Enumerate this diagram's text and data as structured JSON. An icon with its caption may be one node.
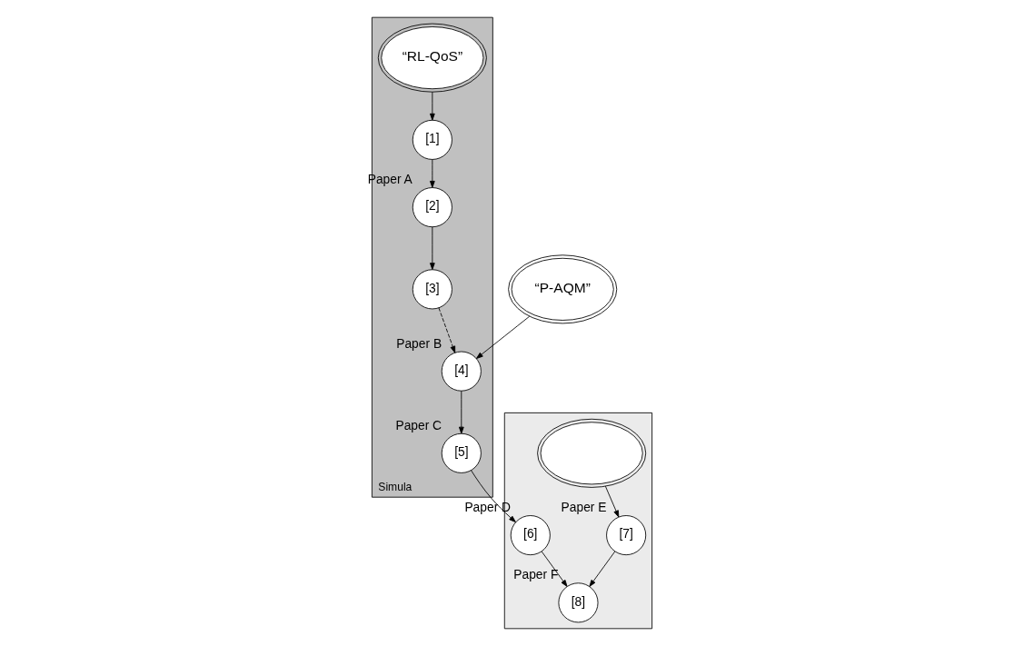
{
  "diagram": {
    "nodes": [
      {
        "text": [
          "Simula"
        ]
      },
      {
        "text": [],
        "shape": "box"
      },
      {
        "text": [
          "“RL-QoS”"
        ],
        "in": 0
      },
      {
        "text": [
          "[1]"
        ],
        "in": 0
      },
      {
        "text": [
          "[2]"
        ],
        "beside": [
          "Paper A"
        ],
        "in": 0
      },
      {
        "text": [
          "[3]"
        ],
        "in": 0
      },
      {
        "text": [
          "“P-AQM”"
        ]
      },
      {
        "text": [
          "[4]"
        ],
        "beside": [
          "Paper B"
        ],
        "in": 0
      },
      {
        "text": [
          "[5]"
        ],
        "beside": [
          "Paper C"
        ],
        "in": 0
      },
      {
        "text": [],
        "shape": "cloud",
        "in": 1
      },
      {
        "text": [
          "[6]"
        ],
        "beside": [
          "Paper D"
        ],
        "in": 1
      },
      {
        "text": [
          "[7]"
        ],
        "beside": [
          "Paper E"
        ],
        "in": 1
      },
      {
        "text": [
          "[8]"
        ],
        "beside": [
          "Paper F"
        ],
        "in": 1
      }
    ],
    "edges": [
      {
        "from": 2,
        "to": 3,
        "arrow": "to"
      },
      {
        "from": 3,
        "to": 4,
        "arrow": "to"
      },
      {
        "from": 4,
        "to": 5,
        "arrow": "to"
      },
      {
        "from": 5,
        "to": 7,
        "arrow": "to",
        "style": "dashed"
      },
      {
        "from": 6,
        "to": 7,
        "arrow": "to"
      },
      {
        "from": 7,
        "to": 8,
        "arrow": "to"
      },
      {
        "from": 8,
        "to": 10,
        "arrow": "to"
      },
      {
        "from": 9,
        "to": 11,
        "arrow": "to"
      },
      {
        "from": 11,
        "to": 12,
        "arrow": "to"
      },
      {
        "from": 10,
        "to": 12,
        "arrow": "to"
      }
    ]
  }
}
